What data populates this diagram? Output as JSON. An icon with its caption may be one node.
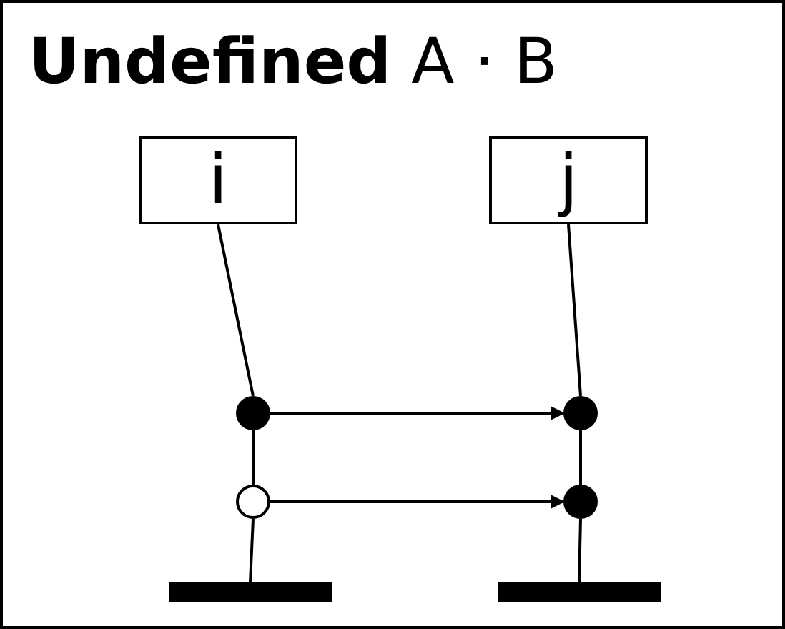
{
  "diagram": {
    "title": "**Undefined** A · B",
    "nodes": [
      {
        "text": [
          "i"
        ]
      },
      {
        "text": [
          "j"
        ]
      },
      {
        "text": [],
        "shape": "circle"
      },
      {
        "text": [],
        "shape": "circle"
      },
      {
        "text": [],
        "shape": "circle"
      },
      {
        "text": [],
        "shape": "circle"
      },
      {
        "text": [],
        "shape": "bar"
      },
      {
        "text": [],
        "shape": "bar"
      }
    ],
    "edges": [
      {
        "from": 0,
        "to": 2,
        "arrow": "none"
      },
      {
        "from": 2,
        "to": 4,
        "arrow": "none"
      },
      {
        "from": 4,
        "to": 6,
        "arrow": "none"
      },
      {
        "from": 1,
        "to": 3,
        "arrow": "none"
      },
      {
        "from": 3,
        "to": 5,
        "arrow": "none"
      },
      {
        "from": 5,
        "to": 7,
        "arrow": "none"
      },
      {
        "from": 2,
        "to": 3,
        "arrow": "to"
      },
      {
        "from": 4,
        "to": 5,
        "arrow": "to"
      }
    ]
  }
}
